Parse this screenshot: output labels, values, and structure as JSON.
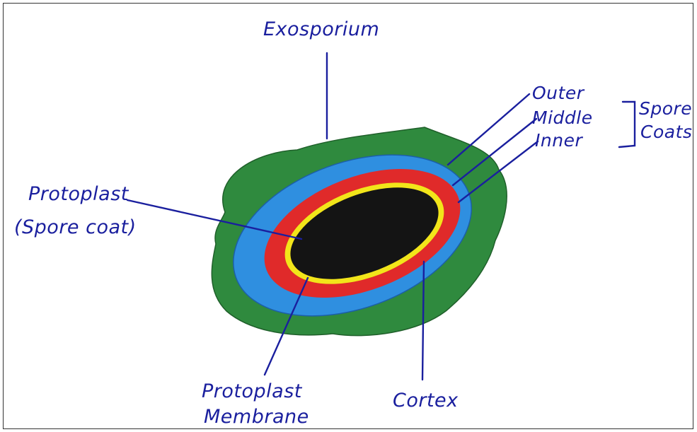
{
  "labels": {
    "exosporium": "Exosporium",
    "outer": "Outer",
    "middle": "Middle",
    "inner": "Inner",
    "spore_coats_line1": "Spore",
    "spore_coats_line2": "Coats",
    "protoplast_line1": "Protoplast",
    "protoplast_line2": "(Spore coat)",
    "protoplast_membrane_line1": "Protoplast",
    "protoplast_membrane_line2": "Membrane",
    "cortex": "Cortex"
  },
  "colors": {
    "ink": "#1a1f9e",
    "exosporium": "#2f8a3e",
    "spore_coat": "#2f8fe0",
    "cortex": "#e02a2a",
    "membrane": "#f2e51a",
    "core": "#141414"
  }
}
